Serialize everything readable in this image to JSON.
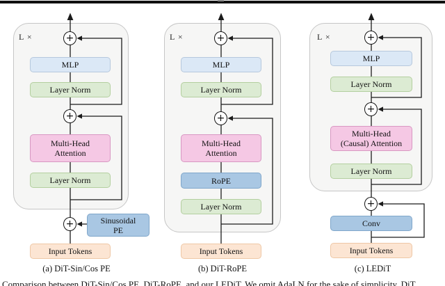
{
  "symbols": {
    "plus": "+"
  },
  "diagrams": [
    {
      "caption": "(a) DiT-Sin/Cos PE",
      "loop_label": "L ×",
      "mlp": "MLP",
      "layer_norm_top": "Layer Norm",
      "attention_line1": "Multi-Head",
      "attention_line2": "Attention",
      "layer_norm_bottom": "Layer Norm",
      "pe_line1": "Sinusoidal",
      "pe_line2": "PE",
      "input_tokens": "Input Tokens"
    },
    {
      "caption": "(b) DiT-RoPE",
      "loop_label": "L ×",
      "mlp": "MLP",
      "layer_norm_top": "Layer Norm",
      "attention_line1": "Multi-Head",
      "attention_line2": "Attention",
      "rope": "RoPE",
      "layer_norm_bottom": "Layer Norm",
      "input_tokens": "Input Tokens"
    },
    {
      "caption": "(c) LEDiT",
      "loop_label": "L ×",
      "mlp": "MLP",
      "layer_norm_top": "Layer Norm",
      "attention_line1": "Multi-Head",
      "attention_line2": "(Causal) Attention",
      "layer_norm_bottom": "Layer Norm",
      "conv": "Conv",
      "input_tokens": "Input Tokens"
    }
  ],
  "figure_caption": "Comparison between DiT-Sin/Cos PE, DiT-RoPE, and our LEDiT. We omit AdaLN for the sake of simplicity. DiT",
  "colors": {
    "mlp_block": "#dbe8f6",
    "layer_norm_block": "#dcebd3",
    "attention_block": "#f5c8e4",
    "blue_block": "#a9c7e3",
    "input_block": "#fce5d3",
    "container": "#f6f6f5",
    "line": "#1b1b1b"
  }
}
